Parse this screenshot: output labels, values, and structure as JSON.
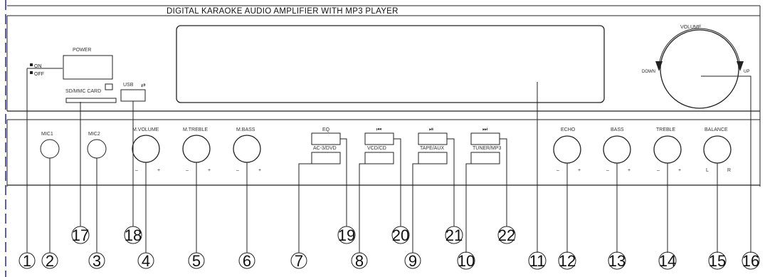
{
  "title": "DIGITAL KARAOKE AUDIO AMPLIFIER WITH MP3 PLAYER",
  "power": {
    "label": "POWER",
    "on": "ON",
    "off": "OFF"
  },
  "card_slot_label": "SD/MMC CARD",
  "usb_label": "USB",
  "knobs": {
    "mic1": "MIC1",
    "mic2": "MIC2",
    "mvolume": "M.VOLUME",
    "mtreble": "M.TREBLE",
    "mbass": "M.BASS",
    "echo": "ECHO",
    "bass": "BASS",
    "treble": "TREBLE",
    "balance": "BALANCE"
  },
  "buttons": {
    "eq": "EQ",
    "prev": "⏮",
    "play": "⏯",
    "next": "⏭",
    "acd": "AC-3/DVD",
    "vcd": "VCD/CD",
    "tape": "TAPE/AUX",
    "tuner": "TUNER/MP3"
  },
  "volume": {
    "label": "VOLUME",
    "down": "DOWN",
    "up": "UP"
  },
  "minus_plus": {
    "minus": "–",
    "plus": "+",
    "left": "L",
    "right": "R"
  },
  "callouts": [
    "1",
    "2",
    "3",
    "4",
    "5",
    "6",
    "7",
    "8",
    "9",
    "10",
    "11",
    "12",
    "13",
    "14",
    "15",
    "16",
    "17",
    "18",
    "19",
    "20",
    "21",
    "22"
  ]
}
